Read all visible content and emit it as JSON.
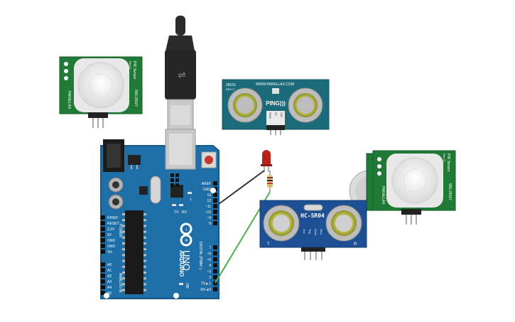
{
  "pir_left": {
    "side_label": "PARALLAX",
    "title": "PIR Sensor",
    "rev": "Rev B",
    "part": "555-28027"
  },
  "pir_right": {
    "side_label": "PARALLAX",
    "title": "PIR Sensor",
    "rev": "Rev B",
    "part": "555-28027"
  },
  "ping": {
    "part": "28015",
    "rev": "REV C",
    "url": "WWW.PARALLAX.COM",
    "logo": "PING)))",
    "pins": [
      "GND",
      "5V",
      "SIG"
    ]
  },
  "hcsr04": {
    "model": "HC-SR04",
    "left_mark": "T",
    "right_mark": "R",
    "pins": [
      "Vcc",
      "Trig",
      "Echo",
      "Gnd"
    ]
  },
  "arduino": {
    "brand": "ARDUINO",
    "model": "UNO",
    "on_label": "ON",
    "tx": "TX",
    "rx": "RX",
    "l": "L",
    "digital_label": "DIGITAL (PWM~)",
    "power_label": "POWER",
    "analog_label": "ANALOG IN",
    "power_pins": [
      "IOREF",
      "RESET",
      "3.3V",
      "5V",
      "GND",
      "GND",
      "Vin"
    ],
    "analog_pins": [
      "A0",
      "A1",
      "A2",
      "A3",
      "A4",
      "A5"
    ],
    "top_pins": [
      "AREF",
      "GND",
      "13",
      "12",
      "~11",
      "~10",
      "~9",
      "8"
    ],
    "bottom_pins": [
      "7",
      "~6",
      "~5",
      "4",
      "~3",
      "2",
      "TX►1",
      "RX◄0"
    ]
  },
  "colors": {
    "board": "#1e6fa8",
    "pir_pcb": "#1f7a35",
    "ping_pcb": "#1c6b7a",
    "hc_pcb": "#1c4f93",
    "wire_black": "#333333",
    "wire_green": "#4cae4c",
    "led": "#b8221a"
  }
}
